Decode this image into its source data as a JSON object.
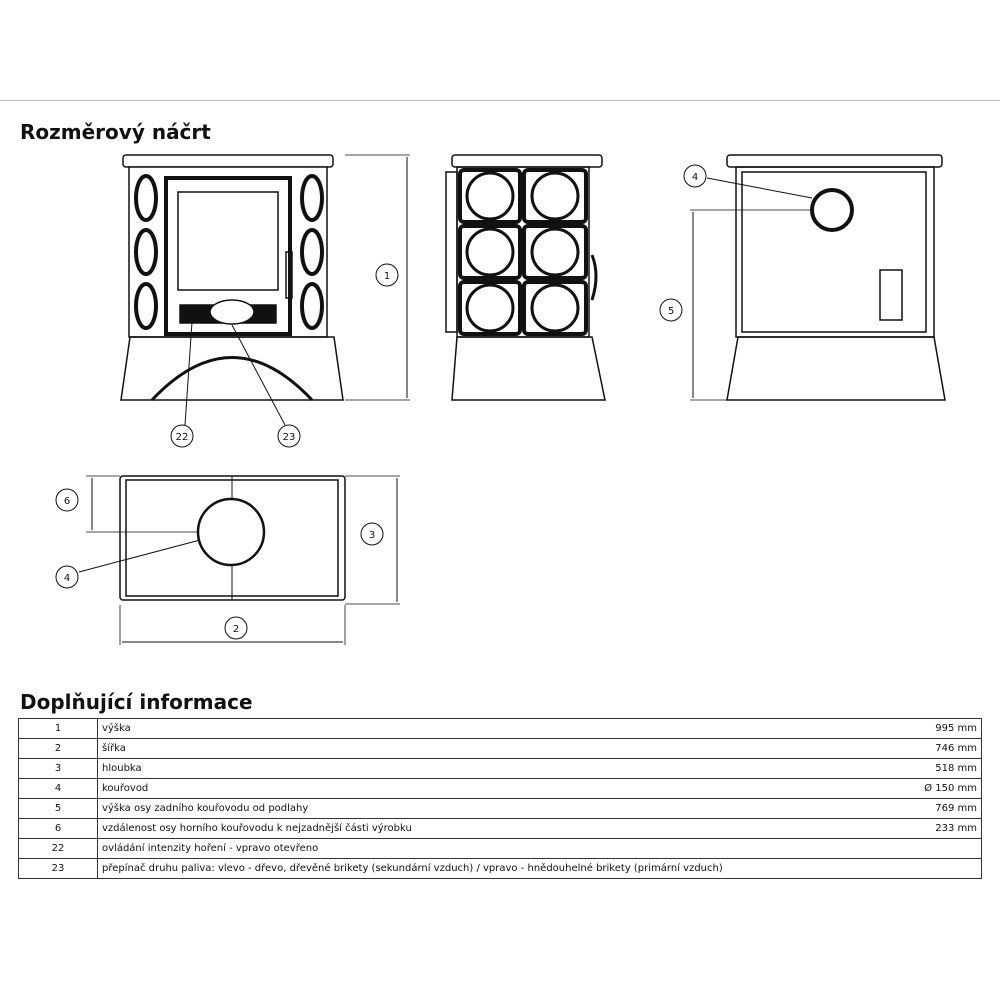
{
  "section1_title": "Rozměrový náčrt",
  "section2_title": "Doplňující informace",
  "callouts": {
    "c1": "1",
    "c2": "2",
    "c3": "3",
    "c4": "4",
    "c5": "5",
    "c6": "6",
    "c22": "22",
    "c23": "23"
  },
  "rows": [
    {
      "n": "1",
      "desc": "výška",
      "val": "995 mm"
    },
    {
      "n": "2",
      "desc": "šířka",
      "val": "746 mm"
    },
    {
      "n": "3",
      "desc": "hloubka",
      "val": "518 mm"
    },
    {
      "n": "4",
      "desc": "kouřovod",
      "val": "Ø 150 mm"
    },
    {
      "n": "5",
      "desc": "výška osy zadního kouřovodu od podlahy",
      "val": "769 mm"
    },
    {
      "n": "6",
      "desc": "vzdálenost osy horního kouřovodu k nejzadnější části výrobku",
      "val": "233 mm"
    },
    {
      "n": "22",
      "desc": "ovládání intenzity hoření - vpravo otevřeno",
      "val": ""
    },
    {
      "n": "23",
      "desc": "přepínač druhu paliva: vlevo - dřevo, dřevěné brikety (sekundární vzduch) / vpravo - hnědouhelné brikety (primární vzduch)",
      "val": ""
    }
  ]
}
